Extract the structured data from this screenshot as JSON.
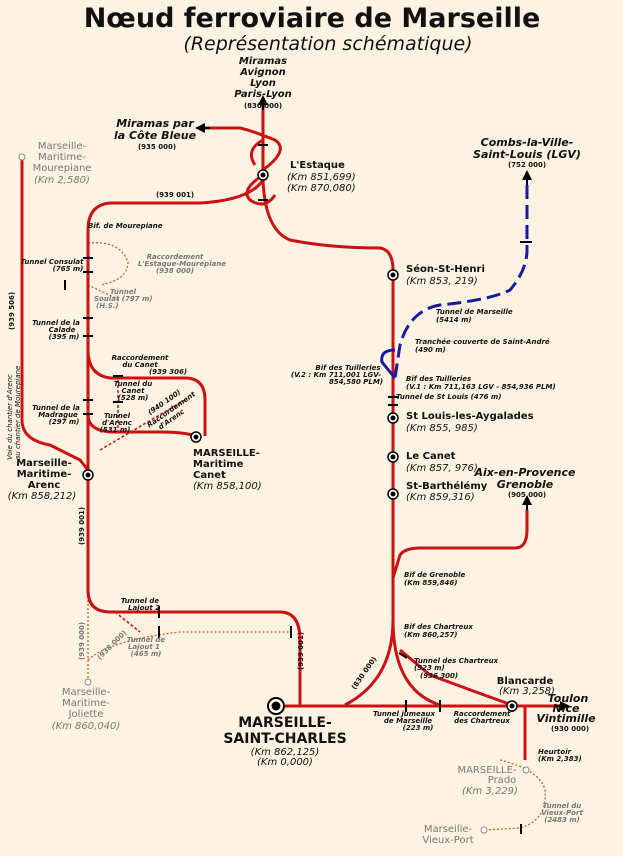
{
  "title": "Nœud ferroviaire de Marseille",
  "subtitle": "(Représentation schématique)",
  "colors": {
    "main": "#cc1111",
    "lgv": "#1a1aa0",
    "disused": "#c0651e",
    "closed_station": "#888888"
  },
  "destinations": {
    "north": [
      "Miramas",
      "Avignon",
      "Lyon",
      "Paris-Lyon"
    ],
    "north_km": "(830 000)",
    "cote_bleue": [
      "Miramas par",
      "la Côte Bleue"
    ],
    "cote_bleue_km": "(935 000)",
    "lgv": [
      "Combs-la-Ville-",
      "Saint-Louis (LGV)"
    ],
    "lgv_km": "(752 000)",
    "aix": [
      "Aix-en-Provence",
      "Grenoble"
    ],
    "aix_km": "(905 000)",
    "toulon": [
      "Toulon",
      "Nice",
      "Vintimille"
    ],
    "toulon_km": "(930 000)"
  },
  "stations": {
    "estaque": {
      "name": "L'Estaque",
      "km1": "(Km 851,699)",
      "km2": "(Km 870,080)"
    },
    "seon": {
      "name": "Séon-St-Henri",
      "km": "(Km 853, 219)"
    },
    "stlouis": {
      "name": "St Louis-les-Aygalades",
      "km": "(Km 855, 985)"
    },
    "canet": {
      "name": "Le Canet",
      "km": "(Km 857, 976)"
    },
    "barthelemy": {
      "name": "St-Barthélémy",
      "km": "(Km 859,316)"
    },
    "mourepiane": {
      "name": [
        "Marseille-",
        "Maritime-",
        "Mourepiane"
      ],
      "km": "(Km 2,580)"
    },
    "arenc": {
      "name": [
        "Marseille-",
        "Maritime-",
        "Arenc"
      ],
      "km": "(Km 858,212)"
    },
    "mcanet": {
      "name": [
        "MARSEILLE-",
        "Maritime",
        "Canet"
      ],
      "km": "(Km 858,100)"
    },
    "joliette": {
      "name": [
        "Marseille-",
        "Maritime-",
        "Joliette"
      ],
      "km": "(Km 860,040)"
    },
    "stcharles": {
      "name": [
        "MARSEILLE-",
        "SAINT-CHARLES"
      ],
      "km1": "(Km 862,125)",
      "km2": "(Km 0,000)"
    },
    "blancarde": {
      "name": "Blancarde",
      "km": "(Km 3,258)"
    },
    "prado": {
      "name": [
        "MARSEILLE-",
        "Prado"
      ],
      "km": "(Km 3,229)"
    },
    "vieuxport": {
      "name": [
        "Marseille-",
        "Vieux-Port"
      ]
    }
  },
  "labels": {
    "l939001_top": "(939 001)",
    "l939001_left": "(939 001)",
    "l939001_right": "(939 001)",
    "l939000": "(939 000)",
    "l938000": "(938 000)",
    "l939506": "(939 506)",
    "l830000": "(830 000)",
    "bif_mourepiane": "Bif. de Mourepiane",
    "racc_estaque": [
      "Raccordement",
      "L'Estaque-Mourepiane",
      "(938 000)"
    ],
    "tunnel_consulat": [
      "Tunnel Consulat",
      "(765 m)"
    ],
    "tunnel_soulat": [
      "Tunnel",
      "Soulat (797 m)",
      "(H.S.)"
    ],
    "tunnel_calade": [
      "Tunnel de la",
      "Calade",
      "(395 m)"
    ],
    "racc_canet": [
      "Raccordement",
      "du Canet",
      "(939 306)"
    ],
    "tunnel_canet": [
      "Tunnel du",
      "Canet",
      "(528 m)"
    ],
    "tunnel_madrague": [
      "Tunnel de la",
      "Madrague",
      "(297 m)"
    ],
    "tunnel_arenc": [
      "Tunnel",
      "d'Arenc",
      "(531 m)"
    ],
    "racc_arenc": [
      "(940 100)",
      "Raccordement",
      "d'Arenc"
    ],
    "voie_chantier": [
      "Voie du chantier d'Arenc",
      "au chantier de Mourepiane"
    ],
    "tunnel_marseille": [
      "Tunnel de Marseille",
      "(5414 m)"
    ],
    "tranchee": [
      "Tranchée couverte de Saint-André",
      "(490 m)"
    ],
    "bif_tuilleries_left": [
      "Bif des Tuilleries",
      "(V.2  : Km 711,001 LGV-",
      "854,580 PLM)"
    ],
    "bif_tuilleries_right": [
      "Bif des Tuilleries",
      "(V.1 : Km 711,163 LGV - 854,936 PLM)"
    ],
    "tunnel_stlouis": "Tunnel de St Louis (476 m)",
    "bif_grenoble": [
      "Bif de Grenoble",
      "(Km 859,846)"
    ],
    "bif_chartreux": [
      "Bif des Chartreux",
      "(Km 860,257)"
    ],
    "tunnel_chartreux": [
      "Tunnel des Chartreux",
      "(523 m)",
      "(936 300)"
    ],
    "tunnel_lajout2": [
      "Tunnel de",
      "Lajout 2"
    ],
    "tunnel_lajout1": [
      "Tunnel de",
      "Lajout 1",
      "(465 m)"
    ],
    "tunnel_jumeaux": [
      "Tunnel jumeaux",
      "de Marseille",
      "(223 m)"
    ],
    "racc_chartreux": [
      "Raccordement",
      "des Chartreux"
    ],
    "heurtoir": [
      "Heurtoir",
      "(Km 2,383)"
    ],
    "tunnel_vieuxport": [
      "Tunnel du",
      "Vieux-Port",
      "(2483 m)"
    ]
  }
}
